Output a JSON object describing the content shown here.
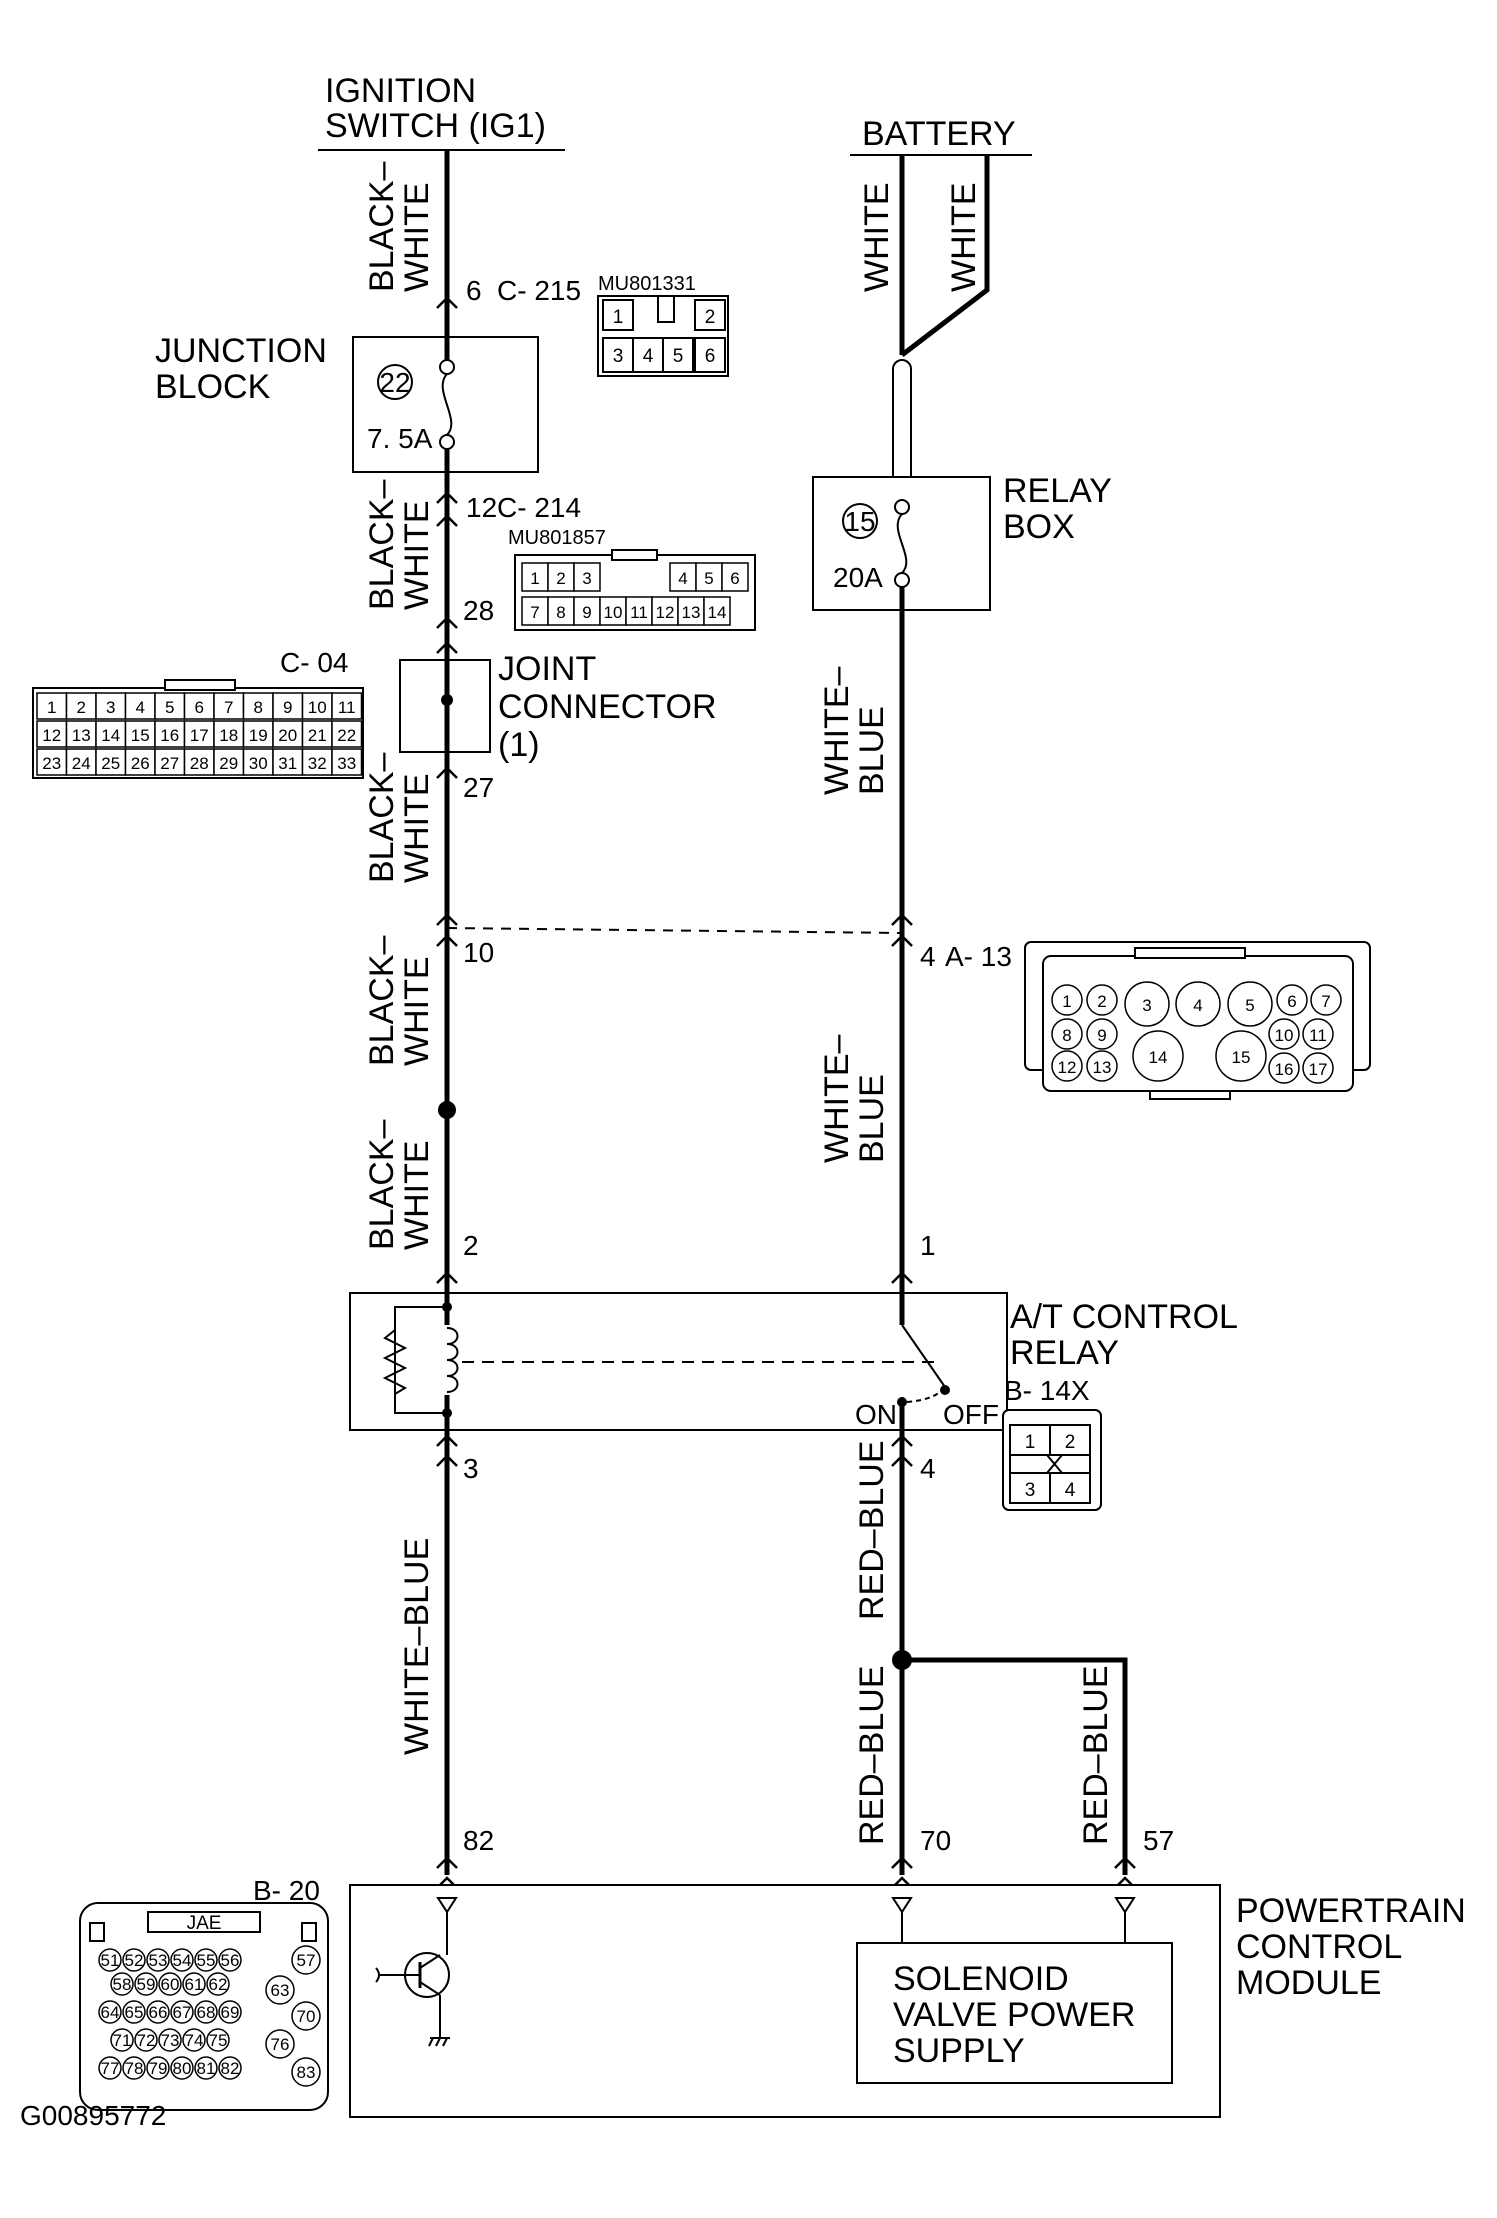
{
  "sources": {
    "ignition": [
      "IGNITION",
      "SWITCH (IG1)"
    ],
    "battery": "BATTERY"
  },
  "wire_colors": {
    "black_white": [
      "BLACK–",
      "WHITE"
    ],
    "white": "WHITE",
    "white_blue": [
      "WHITE–",
      "BLUE"
    ],
    "white_blue_single": "WHITE–BLUE",
    "red_blue": "RED–BLUE"
  },
  "junction_block": {
    "label": [
      "JUNCTION",
      "BLOCK"
    ],
    "fuse_number": "22",
    "fuse_rating": "7. 5A"
  },
  "relay_box": {
    "label": [
      "RELAY",
      "BOX"
    ],
    "fuse_number": "15",
    "fuse_rating": "20A"
  },
  "joint_connector": {
    "label": [
      "JOINT",
      "CONNECTOR",
      "(1)"
    ]
  },
  "at_relay": {
    "label": [
      "A/T CONTROL",
      "RELAY"
    ],
    "on": "ON",
    "off": "OFF"
  },
  "pcm": {
    "label": [
      "POWERTRAIN",
      "CONTROL",
      "MODULE"
    ],
    "solenoid": [
      "SOLENOID",
      "VALVE POWER",
      "SUPPLY"
    ]
  },
  "connectors": {
    "c215": {
      "id": "C- 215",
      "part": "MU801331",
      "pins": [
        "1",
        "2",
        "3",
        "4",
        "5",
        "6"
      ]
    },
    "c214": {
      "id": "C- 214",
      "part": "MU801857",
      "pins": [
        "1",
        "2",
        "3",
        "4",
        "5",
        "6",
        "7",
        "8",
        "9",
        "10",
        "11",
        "12",
        "13",
        "14"
      ]
    },
    "c04": {
      "id": "C- 04",
      "pins": [
        "1",
        "2",
        "3",
        "4",
        "5",
        "6",
        "7",
        "8",
        "9",
        "10",
        "11",
        "12",
        "13",
        "14",
        "15",
        "16",
        "17",
        "18",
        "19",
        "20",
        "21",
        "22",
        "23",
        "24",
        "25",
        "26",
        "27",
        "28",
        "29",
        "30",
        "31",
        "32",
        "33"
      ]
    },
    "a13": {
      "id": "A- 13",
      "pins": [
        "1",
        "2",
        "3",
        "4",
        "5",
        "6",
        "7",
        "8",
        "9",
        "10",
        "11",
        "12",
        "13",
        "14",
        "15",
        "16",
        "17"
      ]
    },
    "b14x": {
      "id": "B- 14X",
      "pins": [
        "1",
        "2",
        "3",
        "4"
      ]
    },
    "b20": {
      "id": "B- 20",
      "maker": "JAE",
      "pins": [
        "51",
        "52",
        "53",
        "54",
        "55",
        "56",
        "57",
        "58",
        "59",
        "60",
        "61",
        "62",
        "63",
        "64",
        "65",
        "66",
        "67",
        "68",
        "69",
        "70",
        "71",
        "72",
        "73",
        "74",
        "75",
        "76",
        "77",
        "78",
        "79",
        "80",
        "81",
        "82",
        "83"
      ]
    }
  },
  "pin_numbers": {
    "p6": "6",
    "p12": "12",
    "p28": "28",
    "p27": "27",
    "p10": "10",
    "p2": "2",
    "p3": "3",
    "p82": "82",
    "p4a": "4",
    "p1": "1",
    "p4b": "4",
    "p70": "70",
    "p57": "57"
  },
  "figure_id": "G00895772"
}
